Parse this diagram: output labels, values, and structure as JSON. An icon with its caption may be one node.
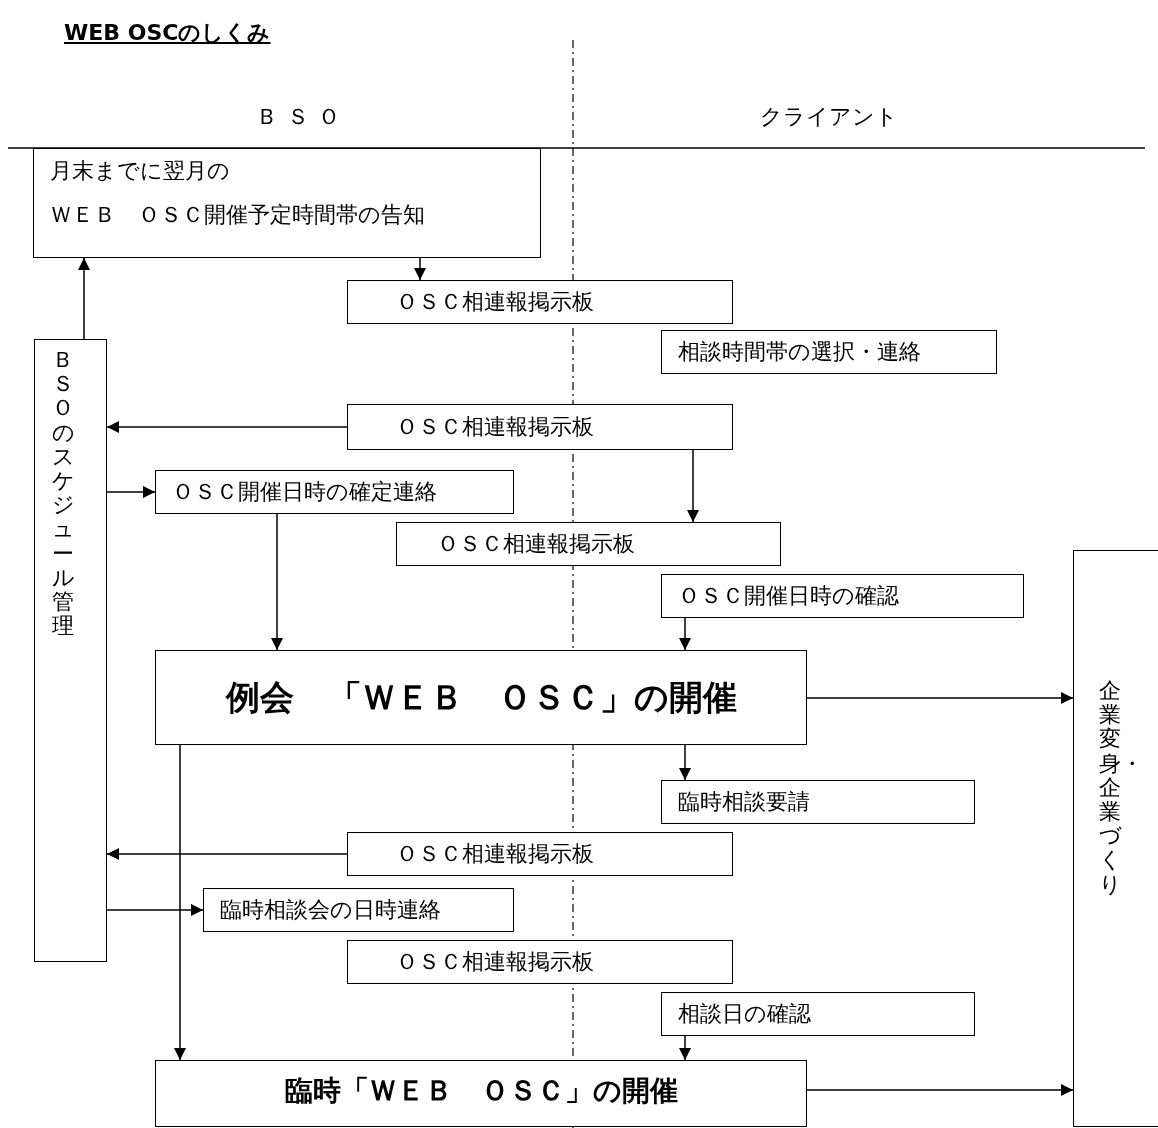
{
  "diagram": {
    "title": "WEB OSCのしくみ",
    "nodes": [
      {
        "text": [
          "月末までに翌月の",
          "ＷＥＢ　ＯＳＣ開催予定時間帯の告知"
        ]
      },
      {
        "text": [
          "ＯＳＣ相連報掲示板"
        ]
      },
      {
        "text": [
          "相談時間帯の選択・連絡"
        ]
      },
      {
        "text": [
          "ＢＳＯのスケジュール管理"
        ]
      },
      {
        "text": [
          "ＯＳＣ相連報掲示板"
        ]
      },
      {
        "text": [
          "ＯＳＣ開催日時の確定連絡"
        ]
      },
      {
        "text": [
          "ＯＳＣ相連報掲示板"
        ]
      },
      {
        "text": [
          "ＯＳＣ開催日時の確認"
        ]
      },
      {
        "text": [
          "例会　「ＷＥＢ　ＯＳＣ」の開催"
        ]
      },
      {
        "text": [
          "臨時相談要請"
        ]
      },
      {
        "text": [
          "ＯＳＣ相連報掲示板"
        ]
      },
      {
        "text": [
          "臨時相談会の日時連絡"
        ]
      },
      {
        "text": [
          "ＯＳＣ相連報掲示板"
        ]
      },
      {
        "text": [
          "相談日の確認"
        ]
      },
      {
        "text": [
          "臨時「ＷＥＢ　ＯＳＣ」の開催"
        ]
      },
      {
        "text": [
          "企業変身・企業づくり"
        ]
      }
    ],
    "edges": [
      {
        "from": 3,
        "to": 0,
        "arrow": "to"
      },
      {
        "from": 0,
        "to": 1,
        "arrow": "to"
      },
      {
        "from": 4,
        "to": 3,
        "arrow": "to"
      },
      {
        "from": 4,
        "to": 6,
        "arrow": "to"
      },
      {
        "from": 3,
        "to": 5,
        "arrow": "to"
      },
      {
        "from": 5,
        "to": 8,
        "arrow": "to"
      },
      {
        "from": 7,
        "to": 8,
        "arrow": "to"
      },
      {
        "from": 8,
        "to": 15,
        "arrow": "to"
      },
      {
        "from": 8,
        "to": 9,
        "arrow": "to"
      },
      {
        "from": 10,
        "to": 3,
        "arrow": "to"
      },
      {
        "from": 3,
        "to": 11,
        "arrow": "to"
      },
      {
        "from": 8,
        "to": 14,
        "arrow": "to"
      },
      {
        "from": 13,
        "to": 14,
        "arrow": "to"
      },
      {
        "from": 14,
        "to": 15,
        "arrow": "to"
      }
    ],
    "labels": [
      "ＢＳＯ",
      "クライアント"
    ]
  }
}
